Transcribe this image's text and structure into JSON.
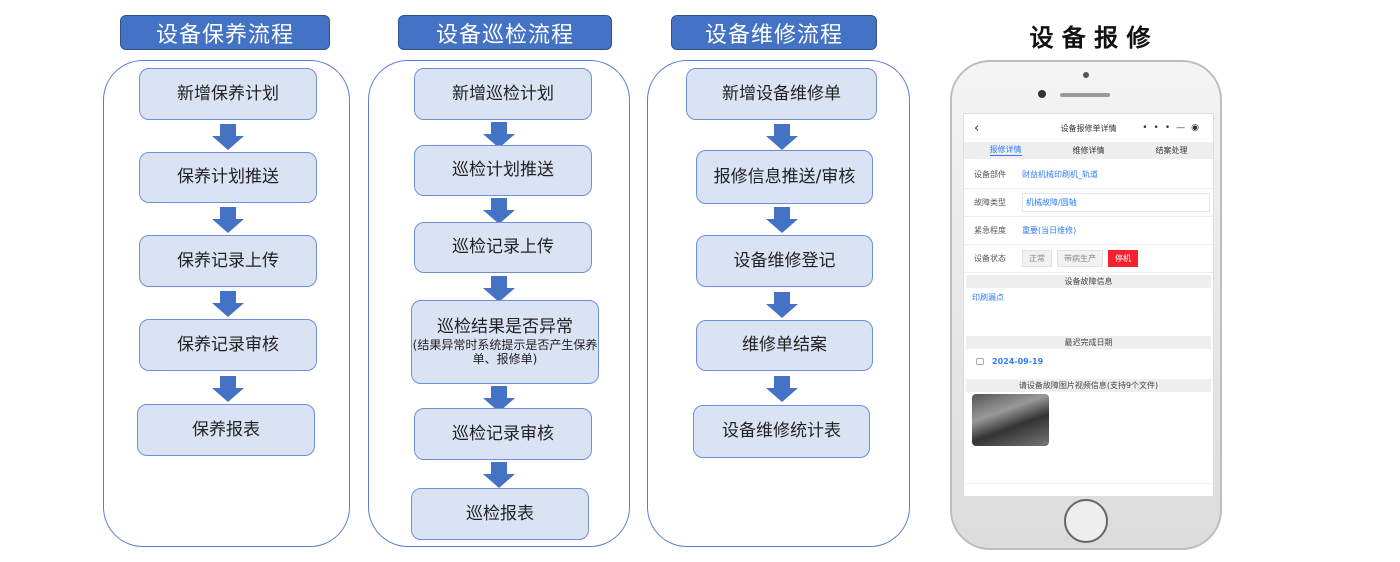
{
  "columns": [
    {
      "title": "设备保养流程",
      "steps": [
        "新增保养计划",
        "保养计划推送",
        "保养记录上传",
        "保养记录审核",
        "保养报表"
      ]
    },
    {
      "title": "设备巡检流程",
      "steps": [
        "新增巡检计划",
        "巡检计划推送",
        "巡检记录上传",
        "巡检结果是否异常",
        "巡检记录审核",
        "巡检报表"
      ],
      "step_note": "(结果异常时系统提示是否产生保养单、报修单)"
    },
    {
      "title": "设备维修流程",
      "steps": [
        "新增设备维修单",
        "报修信息推送/审核",
        "设备维修登记",
        "维修单结案",
        "设备维修统计表"
      ]
    }
  ],
  "phone": {
    "heading": "设 备 报 修",
    "nav_title": "设备报修单详情",
    "tabs": [
      "报修详情",
      "维修详情",
      "结案处理"
    ],
    "fields": [
      {
        "label": "设备部件",
        "value": "财益机械印刷机_轨道"
      },
      {
        "label": "故障类型",
        "value": "机械故障/圆轴"
      },
      {
        "label": "紧急程度",
        "value": "重要(当日维修)"
      },
      {
        "label": "设备状态",
        "options": [
          "正常",
          "带病生产",
          "停机"
        ],
        "selected": "停机"
      }
    ],
    "fault_section": "设备故障信息",
    "fault_text": "印刷漏点",
    "date_section": "最迟完成日期",
    "date": "2024-09-19",
    "media_section": "请设备故障图片视频信息(支持9个文件)",
    "accent": "#2f7df6",
    "stop_color": "#f5222d"
  }
}
